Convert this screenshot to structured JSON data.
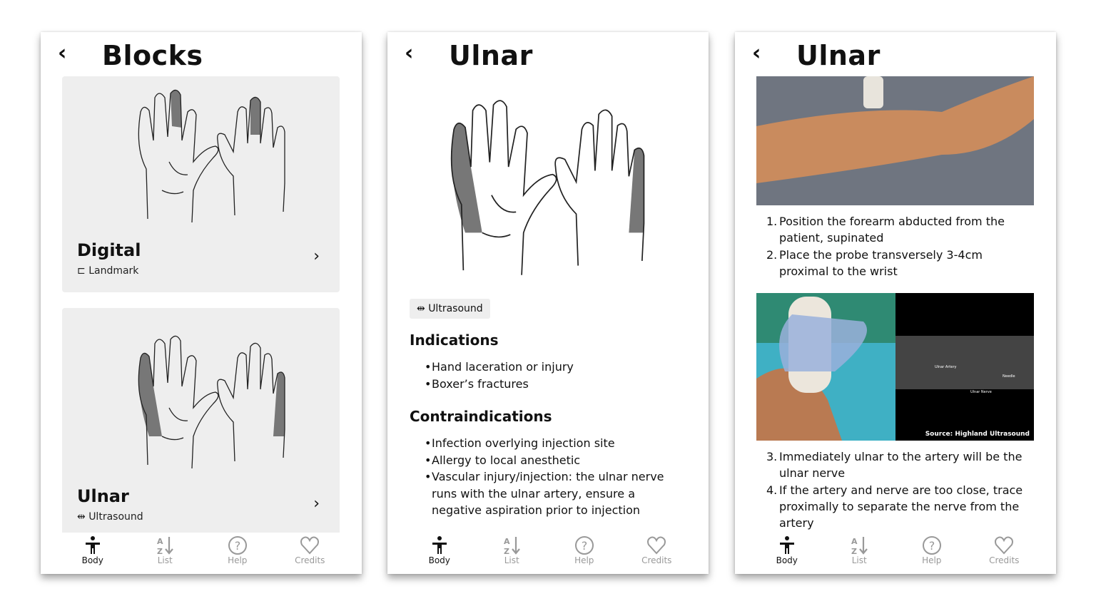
{
  "nav": [
    {
      "label": "Body",
      "icon": "person-icon",
      "active": true
    },
    {
      "label": "List",
      "icon": "sort-az-icon"
    },
    {
      "label": "Help",
      "icon": "help-circle-icon"
    },
    {
      "label": "Credits",
      "icon": "heart-icon"
    }
  ],
  "screen1": {
    "title": "Blocks",
    "cards": [
      {
        "name": "Digital",
        "tag": "Landmark",
        "tag_icon": "landmark-icon"
      },
      {
        "name": "Ulnar",
        "tag": "Ultrasound",
        "tag_icon": "ultrasound-icon"
      }
    ]
  },
  "screen2": {
    "title": "Ulnar",
    "badge": "Ultrasound",
    "indications_heading": "Indications",
    "indications": [
      "Hand laceration or injury",
      "Boxer’s fractures"
    ],
    "contra_heading": "Contraindications",
    "contraindications": [
      "Infection overlying injection site",
      "Allergy to local anesthetic",
      "Vascular injury/injection: the ulnar nerve runs with the ulnar artery, ensure a negative aspiration prior to injection"
    ]
  },
  "screen3": {
    "title": "Ulnar",
    "steps_a": [
      {
        "n": "1.",
        "text": "Position the forearm abducted from the patient, supinated"
      },
      {
        "n": "2.",
        "text": "Place the probe transversely 3-4cm proximal to the wrist"
      }
    ],
    "image_source": "Source: Highland Ultrasound",
    "us_labels": {
      "artery": "Ulnar Artery",
      "nerve": "Ulnar Nerve",
      "needle": "Needle"
    },
    "steps_b": [
      {
        "n": "3.",
        "text": "Immediately ulnar to the artery will be the ulnar nerve"
      },
      {
        "n": "4.",
        "text": "If the artery and nerve are too close, trace proximally to separate the nerve from the artery"
      }
    ]
  },
  "colors": {
    "highlight": "#777777",
    "card": "#eeeeee"
  }
}
